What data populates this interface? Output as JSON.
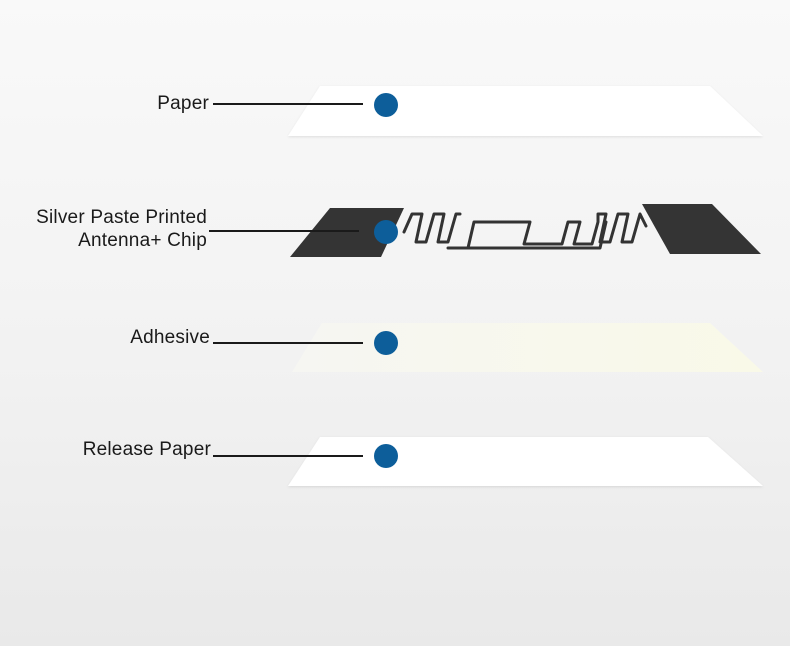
{
  "layers": [
    {
      "id": "paper",
      "label_lines": [
        "Paper"
      ],
      "color": "#ffffff"
    },
    {
      "id": "antenna",
      "label_lines": [
        "Silver Paste Printed",
        "Antenna+ Chip"
      ],
      "color": "#333333"
    },
    {
      "id": "adhesive",
      "label_lines": [
        "Adhesive"
      ],
      "color": "#fbfbf2"
    },
    {
      "id": "release-paper",
      "label_lines": [
        "Release Paper"
      ],
      "color": "#ffffff"
    }
  ],
  "colors": {
    "marker": "#0d5e9a",
    "leader_line": "#1a1a1a",
    "antenna_trace": "#333333",
    "background": "#f2f2f2"
  }
}
